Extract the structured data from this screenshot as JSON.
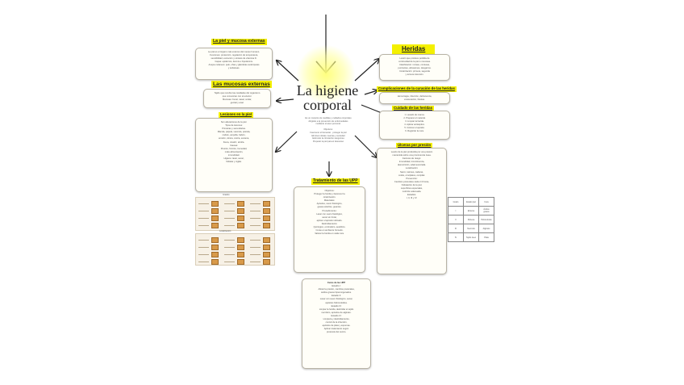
{
  "center": {
    "title": "La higiene corporal",
    "description": [
      "Es un conjunto de medidas y cuidados corporales",
      "dirigidos a la prevención de enfermedades",
      "mediante el aseo personal.",
      "",
      "Objetivos:",
      "Favorecer el bienestar · proteger la piel",
      "Eliminar células muertas y suciedad",
      "Estimular la circulación sanguínea",
      "Preparar la piel para el descanso"
    ]
  },
  "piel": {
    "label": "La piel y mucosa externas",
    "lines": [
      "La piel es el órgano más extenso del cuerpo humano.",
      "Funciones: protección, regulación de temperatura,",
      "sensibilidad, excreción y síntesis de vitamina D.",
      "Capas: epidermis, dermis e hipodermis.",
      "Anejos cutáneos: pelo, uñas y glándulas sudoríparas",
      "y sebáceas."
    ]
  },
  "mucosas": {
    "label": "Las mucosas externas",
    "lines": [
      "Tejido que recubre las cavidades del organismo",
      "que comunican con el exterior.",
      "Mucosas: bucal, nasal, ocular,",
      "genital y anal."
    ]
  },
  "lesiones": {
    "label": "Lesiones en la piel",
    "lines": [
      "Son alteraciones de la piel.",
      "Tipos de lesiones:",
      "Primarias y secundarias.",
      "Mácula, pápula, vesícula, pústula,",
      "nódulo, ampolla, habón,",
      "erosión, úlcera, costra, escama,",
      "fisura, cicatriz, atrofia.",
      "Causas:",
      "Presión, fricción, humedad,",
      "mala alimentación,",
      "inmovilidad.",
      "Higiene: lavar, secar,",
      "hidratar y vigilar."
    ]
  },
  "thumbnails": {
    "caption1": "Grados",
    "caption2": "Localización"
  },
  "tratamiento": {
    "label": "Tratamiento de las UPP",
    "lines": [
      "Objetivos:",
      "Proteger la herida y favorecer la",
      "cicatrización.",
      "",
      "Materiales:",
      "Apósitos, suero fisiológico,",
      "gasas estériles, guantes.",
      "",
      "Procedimiento:",
      "Lavar con suero fisiológico,",
      "secar sin frotar,",
      "aplicar el apósito indicado.",
      "",
      "Desbridamiento:",
      "Quirúrgico, enzimático, autolítico.",
      "",
      "Curas en ambiente húmedo.",
      "Valorar la herida en cada cura."
    ]
  },
  "curas": {
    "title": "Curas de las UPP",
    "lines": [
      "Estadio I:",
      "Aliviar la presión, cambios posturales,",
      "ácidos grasos hiperoxigenados.",
      "Estadio II:",
      "Lavar con suero fisiológico, secar,",
      "apósitos hidrocoloides.",
      "Estadio III:",
      "Limpiar la herida, desbridar el tejido",
      "necrótico, apósitos de alginato.",
      "Estadio IV:",
      "Limpieza y desbridamiento,",
      "control de la infección,",
      "apósitos de plata y espumas.",
      "Aplicar tratamiento según",
      "protocolo del centro."
    ]
  },
  "heridas": {
    "label": "Heridas",
    "lines": [
      "Lesión que produce pérdida de",
      "continuidad de la piel o mucosas.",
      "Clasificación: incisas, contusas,",
      "punzantes, abrasiones, desgarros.",
      "Cicatrización: primera, segunda",
      "y tercera intención."
    ]
  },
  "complicaciones": {
    "label": "Complicaciones de la curación de las heridas",
    "lines": [
      "Hemorragia, infección, dehiscencia,",
      "evisceración, fístulas."
    ]
  },
  "cuidado": {
    "label": "Cuidado de las heridas",
    "lines": [
      "1. Lavado de manos.",
      "2. Preparar el material.",
      "3. Limpiar la herida.",
      "4. Aplicar antiséptico.",
      "5. Colocar el apósito.",
      "6. Registrar la cura."
    ]
  },
  "ulceras": {
    "label": "Úlceras por presión",
    "lines": [
      "Lesión de la piel producida por una presión",
      "mantenida sobre una prominencia ósea.",
      "Factores de riesgo:",
      "Inmovilidad, incontinencia,",
      "desnutrición, edad avanzada.",
      "Localización:",
      "Sacro, talones, caderas,",
      "codos, omóplatos, occipital.",
      "Prevención:",
      "Cambios posturales cada 2-3 horas,",
      "hidratación de la piel,",
      "superficies especiales,",
      "nutrición adecuada.",
      "Estadios:",
      "I, II, III y IV."
    ]
  },
  "table": {
    "rows": [
      [
        "Grado",
        "Estado piel",
        "Cura"
      ],
      [
        "I",
        "Eritema",
        "Ácidos grasos"
      ],
      [
        "II",
        "Flictena",
        "Hidrocoloide"
      ],
      [
        "III",
        "Necrosis",
        "Alginato"
      ],
      [
        "IV",
        "Tejido óseo",
        "Plata"
      ]
    ]
  }
}
